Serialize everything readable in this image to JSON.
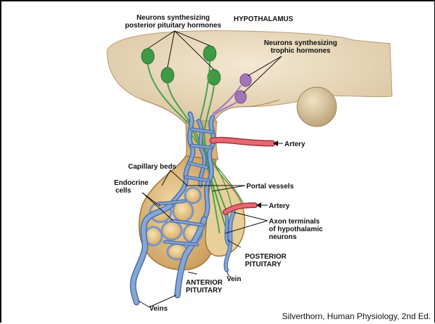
{
  "labels": {
    "neurons_posterior_line1": "Neurons synthesizing",
    "neurons_posterior_line2": "posterior pituitary hormones",
    "hypothalamus": "HYPOTHALAMUS",
    "neurons_trophic_line1": "Neurons synthesizing",
    "neurons_trophic_line2": "trophic hormones",
    "artery_upper": "Artery",
    "capillary_beds": "Capillary beds",
    "endocrine_line1": "Endocrine",
    "endocrine_line2": "cells",
    "portal_vessels": "Portal vessels",
    "artery_lower": "Artery",
    "axon_line1": "Axon terminals",
    "axon_line2": "of hypothalamic",
    "axon_line3": "neurons",
    "posterior_line1": "POSTERIOR",
    "posterior_line2": "PITUITARY",
    "vein": "Vein",
    "anterior_line1": "ANTERIOR",
    "anterior_line2": "PITUITARY",
    "veins": "Veins"
  },
  "credit": "Silverthorn, Human Physiology, 2nd Ed.",
  "colors": {
    "hypothalamus": "#ecdcc0",
    "pituitary": "#e3c690",
    "neuron_green": "#3f9a45",
    "neuron_purple": "#a275b8",
    "vessel_blue": "#6f92c6",
    "artery_red": "#d5505a"
  }
}
